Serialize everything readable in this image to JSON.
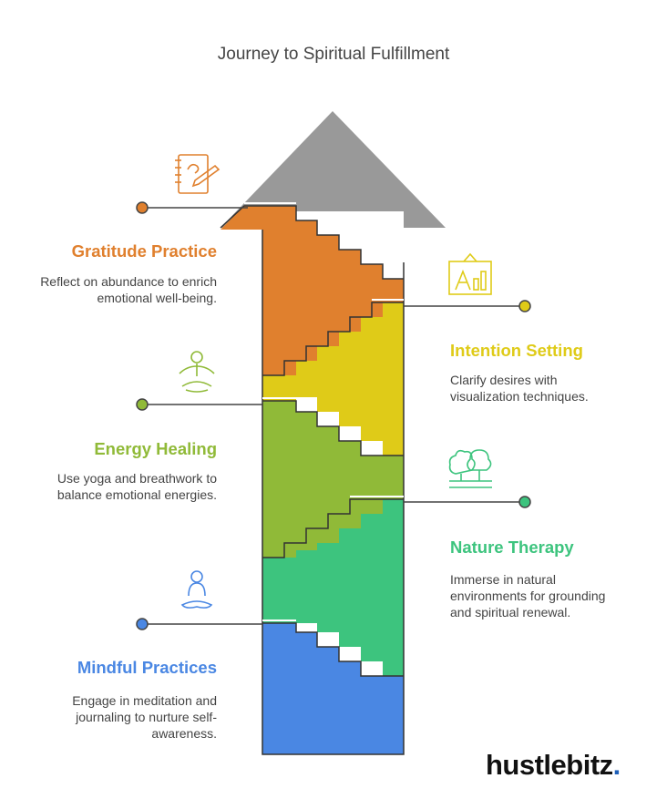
{
  "title": "Journey to Spiritual Fulfillment",
  "steps": [
    {
      "id": "gratitude",
      "title": "Gratitude Practice",
      "description": "Reflect on abundance to enrich emotional well-being.",
      "color": "#e0802e",
      "side": "left",
      "icon": "notebook-pen-icon"
    },
    {
      "id": "intention",
      "title": "Intention Setting",
      "description": "Clarify desires with visualization techniques.",
      "color": "#dfcb18",
      "side": "right",
      "icon": "vision-board-icon"
    },
    {
      "id": "energy",
      "title": "Energy Healing",
      "description": "Use yoga and breathwork to balance emotional energies.",
      "color": "#90ba38",
      "side": "left",
      "icon": "yoga-pose-icon"
    },
    {
      "id": "nature",
      "title": "Nature Therapy",
      "description": "Immerse in natural environments for grounding and spiritual renewal.",
      "color": "#3dc47e",
      "side": "right",
      "icon": "trees-icon"
    },
    {
      "id": "mindful",
      "title": "Mindful Practices",
      "description": "Engage in meditation and journaling to nurture self-awareness.",
      "color": "#4a87e3",
      "side": "left",
      "icon": "meditation-icon"
    }
  ],
  "arrow_color": "#999999",
  "logo": {
    "text": "hustlebitz",
    "dot": "."
  }
}
